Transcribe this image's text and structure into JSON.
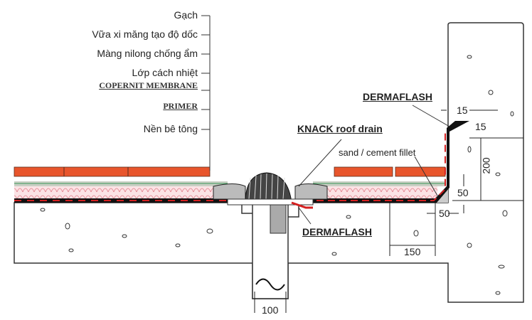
{
  "layer_labels": [
    "Gạch",
    "Vữa xi măng tạo độ dốc",
    "Màng nilong chống ẩm",
    "Lớp cách nhiệt",
    "COPERNIT MEMBRANE",
    "PRIMER",
    "Nền bê tông"
  ],
  "callouts": {
    "dermaflash_top": "DERMAFLASH",
    "knack_drain": "KNACK roof drain",
    "fillet": "sand / cement fillet",
    "dermaflash_bottom": "DERMAFLASH"
  },
  "dimensions": {
    "d15a": "15",
    "d15b": "15",
    "d200": "200",
    "d50v": "50",
    "d50h": "50",
    "d150": "150",
    "d100": "100"
  },
  "colors": {
    "tile": "#e8552c",
    "mortar": "#c9cfc4",
    "insulation": "#f7d3d6",
    "membrane_red": "#d42020",
    "membrane_black": "#111111"
  }
}
